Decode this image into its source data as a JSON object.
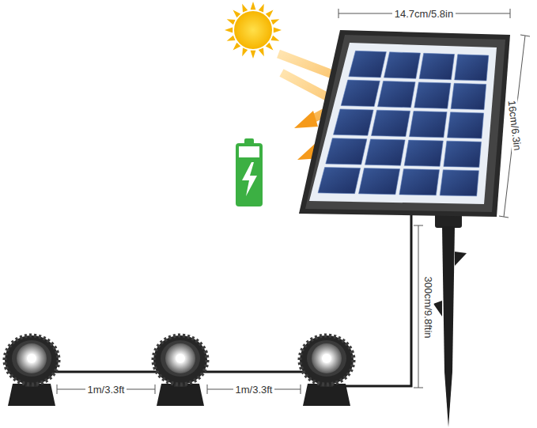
{
  "diagram": {
    "labels": [
      "14.7cm/5.8in",
      "16cm/6.3in",
      "300cm/9.8ftin",
      "1m/3.3ft",
      "1m/3.3ft"
    ]
  }
}
